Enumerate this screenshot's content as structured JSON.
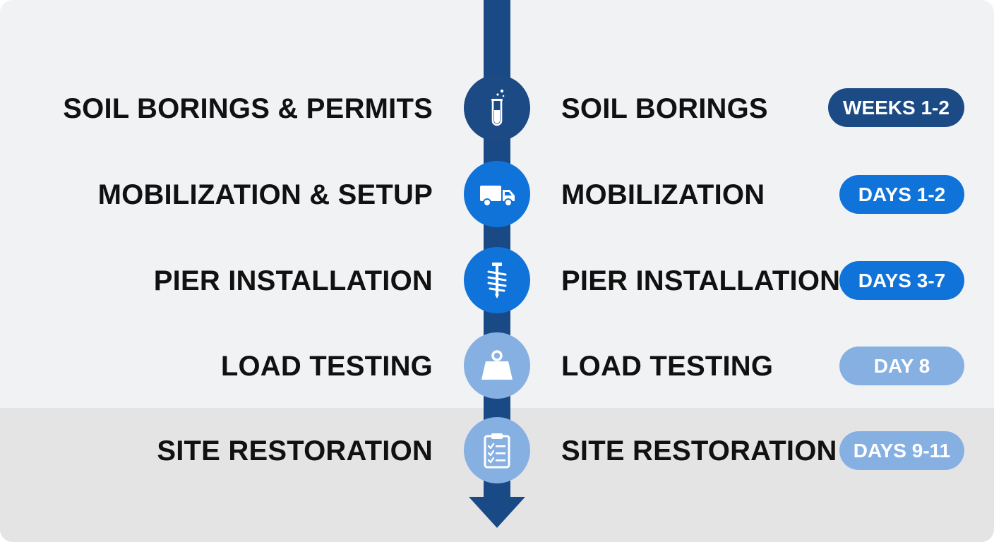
{
  "colors": {
    "timeline": "#1a4a86",
    "dark_navy": "#1b4a85",
    "bright_blue": "#0f73d9",
    "light_blue": "#87b0e2",
    "background": "#f1f2f4",
    "lower_band": "#e4e4e5",
    "text": "#111111"
  },
  "steps": [
    {
      "phase": "SOIL BORINGS & PERMITS",
      "task": "SOIL BORINGS",
      "duration": "WEEKS 1-2",
      "icon": "test-tube-icon",
      "node_color": "#1b4a85",
      "badge_color": "#1b4a85"
    },
    {
      "phase": "MOBILIZATION & SETUP",
      "task": "MOBILIZATION",
      "duration": "DAYS 1-2",
      "icon": "truck-icon",
      "node_color": "#0f73d9",
      "badge_color": "#0f73d9"
    },
    {
      "phase": "PIER INSTALLATION",
      "task": "PIER INSTALLATION",
      "duration": "DAYS 3-7",
      "icon": "helical-pier-icon",
      "node_color": "#0f73d9",
      "badge_color": "#0f73d9"
    },
    {
      "phase": "LOAD TESTING",
      "task": "LOAD TESTING",
      "duration": "DAY 8",
      "icon": "weight-icon",
      "node_color": "#87b0e2",
      "badge_color": "#87b0e2"
    },
    {
      "phase": "SITE RESTORATION",
      "task": "SITE RESTORATION",
      "duration": "DAYS 9-11",
      "icon": "checklist-clipboard-icon",
      "node_color": "#87b0e2",
      "badge_color": "#87b0e2"
    }
  ]
}
